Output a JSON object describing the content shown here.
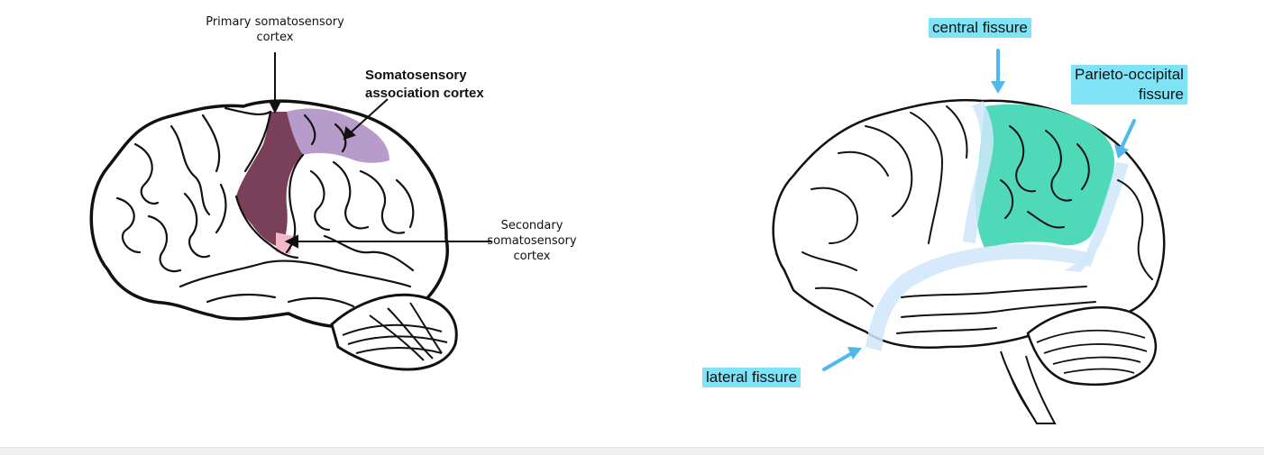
{
  "left_diagram": {
    "label_primary_line1": "Primary somatosensory",
    "label_primary_line2": "cortex",
    "label_assoc_line1": "Somatosensory",
    "label_assoc_line2": "association cortex",
    "label_secondary_line1": "Secondary",
    "label_secondary_line2": "somatosensory",
    "label_secondary_line3": "cortex",
    "colors": {
      "primary": "#7a4059",
      "association": "#b79ccb",
      "secondary": "#f2b8c8",
      "outline": "#111111"
    }
  },
  "right_diagram": {
    "label_central": "central fissure",
    "label_parieto_line1": "Parieto-occipital",
    "label_parieto_line2": "fissure",
    "label_lateral": "lateral fissure",
    "colors": {
      "tag_background": "#7fe3f5",
      "arrow": "#4fb8ef",
      "parietal_fill": "#4fd9b9",
      "fissure_highlight": "#cfe6fb"
    }
  }
}
